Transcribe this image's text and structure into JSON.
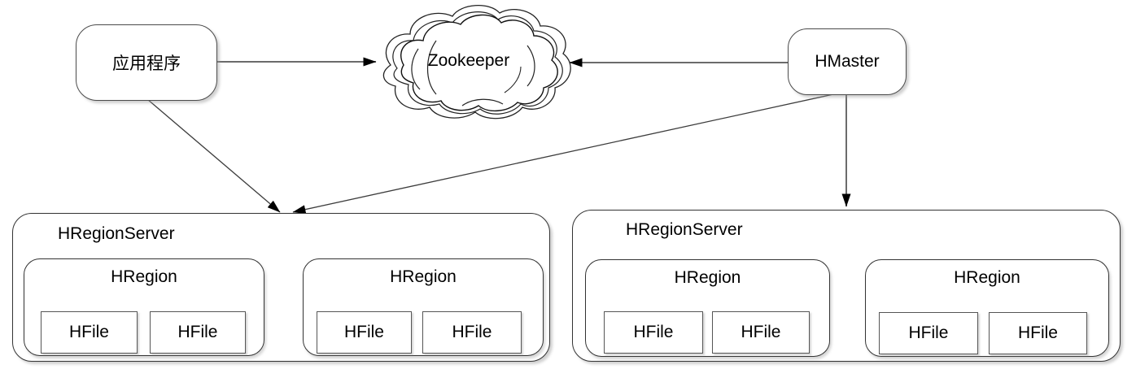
{
  "diagram": {
    "description": "HBase architecture diagram",
    "nodes": {
      "application": {
        "label": "应用程序"
      },
      "zookeeper": {
        "label": "Zookeeper",
        "shape": "cloud"
      },
      "hmaster": {
        "label": "HMaster"
      },
      "servers": [
        {
          "label": "HRegionServer",
          "regions": [
            {
              "label": "HRegion",
              "files": [
                "HFile",
                "HFile"
              ]
            },
            {
              "label": "HRegion",
              "files": [
                "HFile",
                "HFile"
              ]
            }
          ]
        },
        {
          "label": "HRegionServer",
          "regions": [
            {
              "label": "HRegion",
              "files": [
                "HFile",
                "HFile"
              ]
            },
            {
              "label": "HRegion",
              "files": [
                "HFile",
                "HFile"
              ]
            }
          ]
        }
      ]
    },
    "edges": [
      {
        "from": "application",
        "to": "zookeeper",
        "type": "arrow"
      },
      {
        "from": "hmaster",
        "to": "zookeeper",
        "type": "arrow"
      },
      {
        "from": "application",
        "to": "hregionserver-1",
        "type": "arrow"
      },
      {
        "from": "hmaster",
        "to": "hregionserver-1",
        "type": "arrow"
      },
      {
        "from": "hmaster",
        "to": "hregionserver-2",
        "type": "arrow"
      }
    ],
    "colors": {
      "background": "#ffffff",
      "box_border": "#4b4b4b",
      "thin_border": "#333333",
      "arrow_line": "#6b6b6b",
      "thin_arrow_line": "#3c3c3c",
      "arrowhead": "#000000",
      "text": "#000000"
    }
  }
}
